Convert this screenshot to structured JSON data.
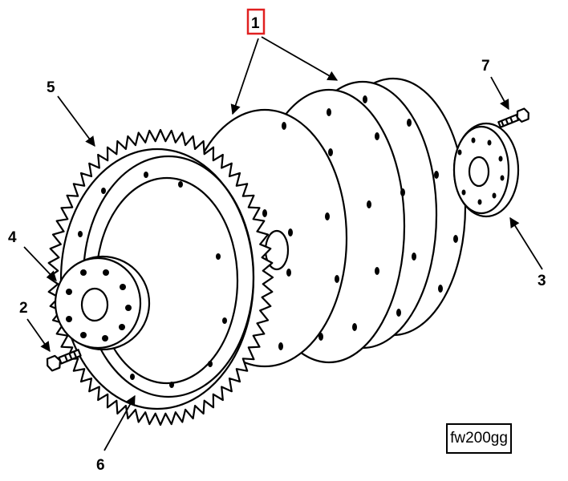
{
  "callouts": {
    "c1": "1",
    "c2": "2",
    "c3": "3",
    "c4": "4",
    "c5": "5",
    "c6": "6",
    "c7": "7"
  },
  "reference_code": "fw200gg",
  "colors": {
    "ink": "#000000",
    "highlight_box": "#e02020",
    "background": "#ffffff"
  }
}
